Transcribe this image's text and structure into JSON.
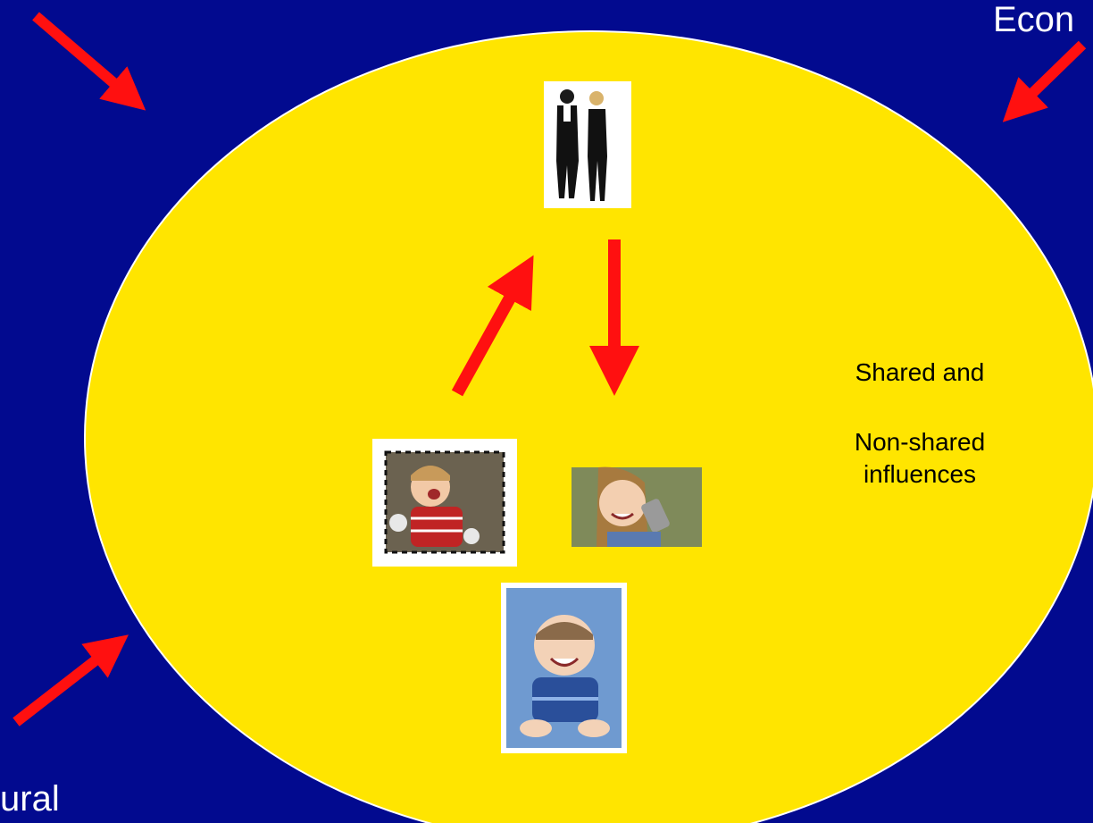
{
  "corner_labels": {
    "top_right": "Econ",
    "bottom_left": "ural"
  },
  "influences": {
    "line1": "Shared and",
    "line2": "Non-shared",
    "line3": "influences"
  },
  "colors": {
    "background": "#020a8f",
    "circle": "#ffe500",
    "arrow": "#ff1010",
    "text_on_background": "#ffffff",
    "text_on_circle": "#000000"
  },
  "photos": [
    {
      "name": "parents-photo",
      "depicts": "man and woman standing"
    },
    {
      "name": "boy-photo",
      "depicts": "laughing boy in red shirt"
    },
    {
      "name": "girl-photo",
      "depicts": "smiling girl with phone"
    },
    {
      "name": "baby-photo",
      "depicts": "smiling baby in blue shirt"
    }
  ]
}
